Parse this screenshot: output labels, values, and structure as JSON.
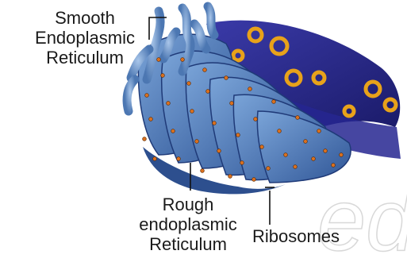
{
  "labels": {
    "smooth_er": [
      "Smooth",
      "Endoplasmic",
      "Reticulum"
    ],
    "rough_er": [
      "Rough",
      "endoplasmic",
      "Reticulum"
    ],
    "ribosomes": "Ribosomes"
  },
  "watermark": "ed",
  "colors": {
    "smooth_er": "#5b86bf",
    "rough_er": "#3d64a8",
    "rough_er_dark": "#1f3a78",
    "nucleus": "#2a2a8c",
    "ribosome": "#d9701f",
    "pore": "#e8a21a",
    "leader": "#111111"
  }
}
